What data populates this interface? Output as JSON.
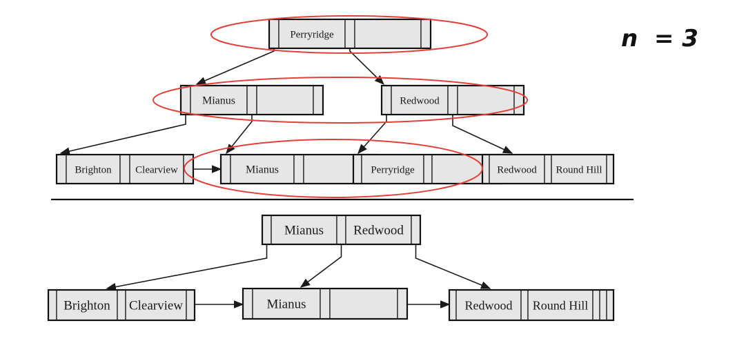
{
  "parameter_label": "n  = 3",
  "colors": {
    "highlight": "#e0403a",
    "node_fill": "#e6e6e6",
    "stroke": "#1a1a1a"
  },
  "before_tree": {
    "root": {
      "keys": [
        "Perryridge",
        ""
      ]
    },
    "internal": [
      {
        "keys": [
          "Mianus",
          ""
        ]
      },
      {
        "keys": [
          "Redwood",
          ""
        ]
      }
    ],
    "leaves": [
      {
        "keys": [
          "Brighton",
          "Clearview"
        ]
      },
      {
        "keys": [
          "Mianus",
          ""
        ]
      },
      {
        "keys": [
          "Perryridge",
          ""
        ]
      },
      {
        "keys": [
          "Redwood",
          "Round Hill"
        ]
      }
    ]
  },
  "after_tree": {
    "root": {
      "keys": [
        "Mianus",
        "Redwood"
      ]
    },
    "leaves": [
      {
        "keys": [
          "Brighton",
          "Clearview"
        ]
      },
      {
        "keys": [
          "Mianus",
          ""
        ]
      },
      {
        "keys": [
          "Redwood",
          "Round Hill"
        ]
      }
    ]
  }
}
